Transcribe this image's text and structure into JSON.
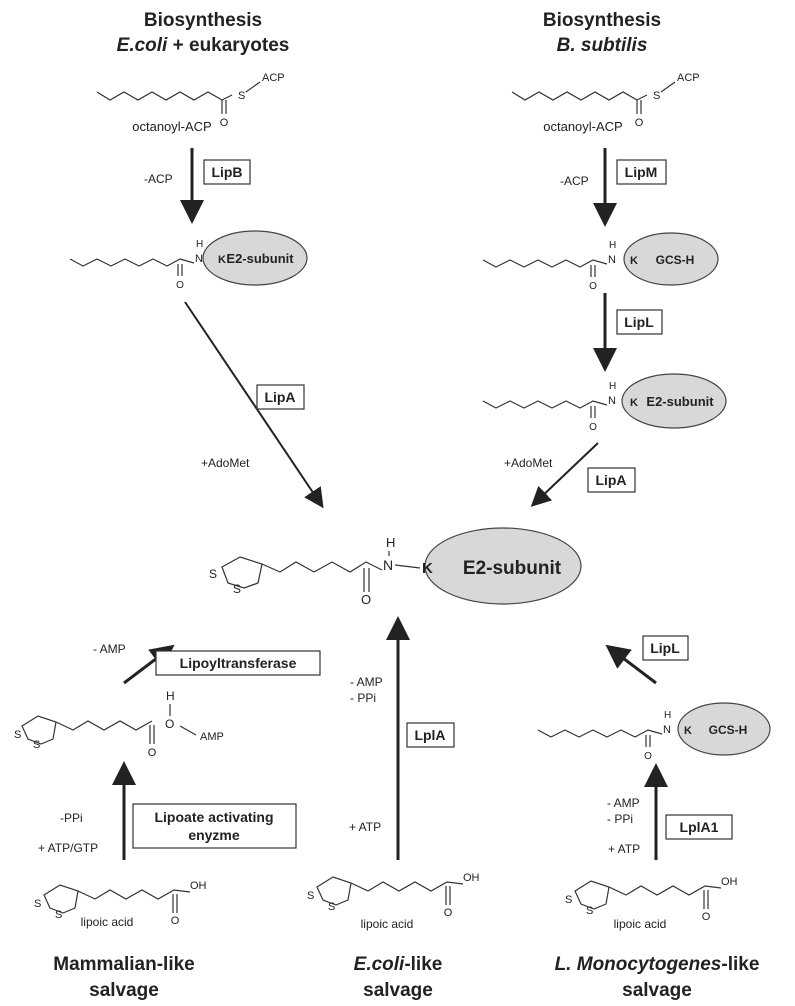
{
  "headers": {
    "left_title": "Biosynthesis",
    "left_subtitle_italic": "E.coli",
    "left_subtitle_rest": " + eukaryotes",
    "right_title": "Biosynthesis",
    "right_subtitle_italic": "B. subtilis"
  },
  "molecules": {
    "acp": "ACP",
    "s": "S",
    "o": "O",
    "h": "H",
    "n": "N",
    "k": "K",
    "oh": "OH",
    "amp": "AMP",
    "octanoyl_acp": "octanoyl-ACP",
    "lipoic_acid": "lipoic acid",
    "e2_subunit": "E2-subunit",
    "gcs_h": "GCS-H"
  },
  "enzymes": {
    "lipB": "LipB",
    "lipM": "LipM",
    "lipL_top": "LipL",
    "lipA_left": "LipA",
    "lipA_right": "LipA",
    "lipoyltransferase": "Lipoyltransferase",
    "lipoate_line1": "Lipoate activating",
    "lipoate_line2": "enyzme",
    "lplA": "LplA",
    "lipL_bottom": "LipL",
    "lplA1": "LplA1"
  },
  "annotations": {
    "minus_acp": "-ACP",
    "adomet": "+AdoMet",
    "minus_amp": "- AMP",
    "minus_ppi": "- PPi",
    "minus_ppi_nospace": "-PPi",
    "plus_atp": "+ ATP",
    "plus_atp_gtp": "+ ATP/GTP"
  },
  "footers": {
    "mammalian_line1": "Mammalian-like",
    "mammalian_line2": "salvage",
    "ecoli_italic": "E.coli",
    "ecoli_rest": "-like",
    "ecoli_line2": "salvage",
    "listeria_italic": "L. Monocytogenes",
    "listeria_rest": "-like",
    "listeria_line2": "salvage"
  }
}
